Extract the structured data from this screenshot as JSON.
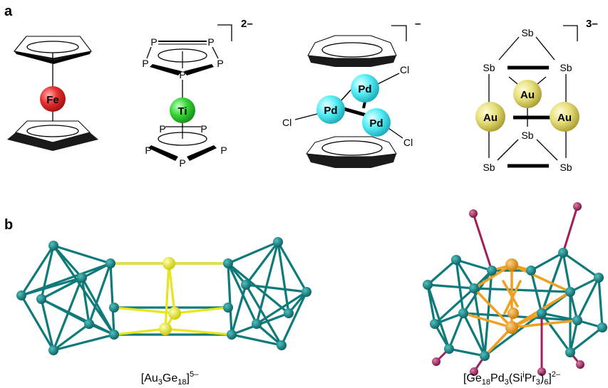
{
  "panels": {
    "a": "a",
    "b": "b"
  },
  "mol1": {
    "atom": "Fe"
  },
  "mol2": {
    "atom": "Ti",
    "p": "P",
    "charge": "2–"
  },
  "mol3": {
    "atom": "Pd",
    "cl": "Cl",
    "charge": "–"
  },
  "mol4": {
    "au": "Au",
    "sb": "Sb",
    "charge": "3–"
  },
  "captions": {
    "left": {
      "a": "[Au",
      "b": "3",
      "c": "Ge",
      "d": "18",
      "e": "]",
      "f": "5–"
    },
    "right": {
      "a": "[Ge",
      "b": "18",
      "c": "Pd",
      "d": "3",
      "e": "(Si",
      "f": "i",
      "g": "Pr",
      "h": "3",
      "i": ")",
      "j": "6",
      "k": "]",
      "l": "2–"
    }
  },
  "colors": {
    "fe": "#e62e2e",
    "ti": "#33d633",
    "pd": "#33e6f0",
    "au": "#e0da6a",
    "teal": "#0f8080",
    "yellow": "#f0f020",
    "orange": "#f0a020",
    "magenta": "#a0205a"
  }
}
